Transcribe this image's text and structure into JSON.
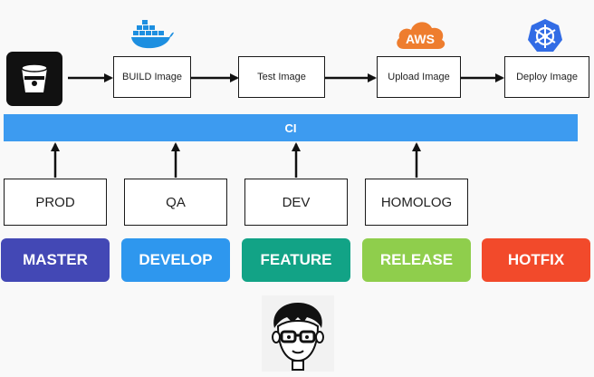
{
  "pipeline": {
    "steps": [
      "BUILD Image",
      "Test Image",
      "Upload Image",
      "Deploy Image"
    ]
  },
  "ci": {
    "label": "CI"
  },
  "environments": [
    "PROD",
    "QA",
    "DEV",
    "HOMOLOG"
  ],
  "branches": [
    {
      "label": "MASTER",
      "color": "#4348b5"
    },
    {
      "label": "DEVELOP",
      "color": "#2e97ee"
    },
    {
      "label": "FEATURE",
      "color": "#12a386"
    },
    {
      "label": "RELEASE",
      "color": "#8fce4c"
    },
    {
      "label": "HOTFIX",
      "color": "#f24a2b"
    }
  ],
  "logos": {
    "source": "bitbucket-icon",
    "build": "docker-icon",
    "upload": "aws-icon",
    "upload_text": "AWS",
    "deploy": "kubernetes-icon",
    "person": "developer-avatar"
  },
  "colors": {
    "ci_bar": "#3d9bf0",
    "aws_orange": "#ee7d2e",
    "docker_blue": "#1d8fe0",
    "k8s_blue": "#326ce5"
  }
}
